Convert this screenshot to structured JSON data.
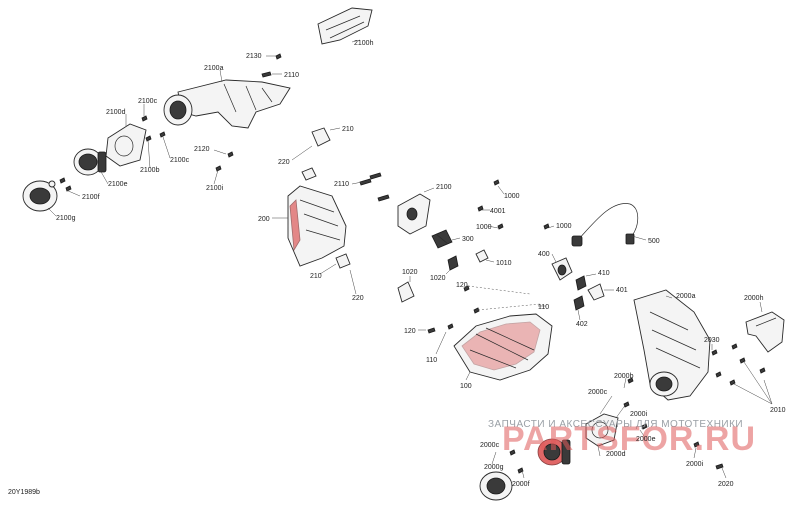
{
  "diagram_code": "20Y1989b",
  "watermark": {
    "line1": "ЗАПЧАСТИ И АКСЕССУАРЫ ДЛЯ МОТОТЕХНИКИ",
    "line2": "PARTSFOR.RU"
  },
  "labels": {
    "l2100h_top": "2100h",
    "l2130": "2130",
    "l2110_a": "2110",
    "l2100a": "2100a",
    "l2100d": "2100d",
    "l2100c_a": "2100c",
    "l2100c_b": "2100c",
    "l2100b": "2100b",
    "l2120": "2120",
    "l2100i": "2100i",
    "l2100e": "2100e",
    "l2100f": "2100f",
    "l2100g": "2100g",
    "l210_a": "210",
    "l220_a": "220",
    "l2110_b": "2110",
    "l2100": "2100",
    "l200": "200",
    "l210_b": "210",
    "l220_b": "220",
    "l1000_a": "1000",
    "l4001": "4001",
    "l1000_b": "1000",
    "l1000_c": "1000",
    "l300": "300",
    "l1010": "1010",
    "l1020_a": "1020",
    "l1020_b": "1020",
    "l500": "500",
    "l400": "400",
    "l410": "410",
    "l401": "401",
    "l402": "402",
    "l120_a": "120",
    "l110_a": "110",
    "l120_b": "120",
    "l110_b": "110",
    "l100": "100",
    "l2000a": "2000a",
    "l2000h": "2000h",
    "l2030": "2030",
    "l2010": "2010",
    "l2000b": "2000b",
    "l2000c_a": "2000c",
    "l2000e": "2000e",
    "l2000i_a": "2000i",
    "l2000c_b": "2000c",
    "l2000d": "2000d",
    "l2000i_b": "2000i",
    "l2020": "2020",
    "l2000g": "2000g",
    "l2000f": "2000f"
  }
}
